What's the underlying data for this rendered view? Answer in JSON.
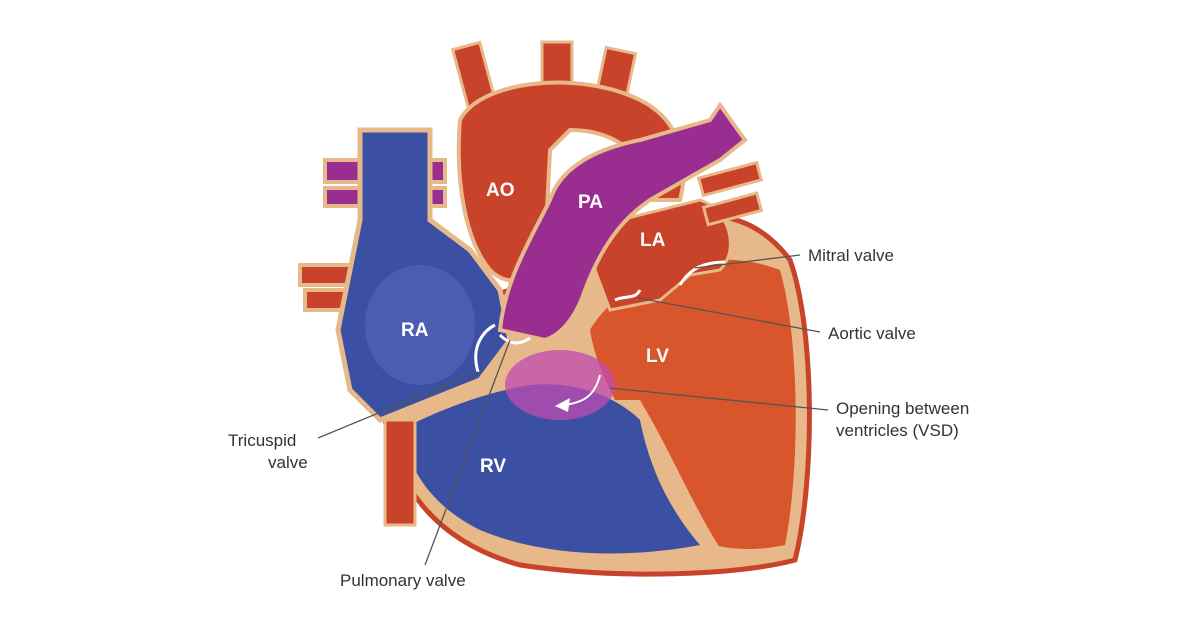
{
  "diagram": {
    "chambers": {
      "ao": "AO",
      "pa": "PA",
      "la": "LA",
      "ra": "RA",
      "lv": "LV",
      "rv": "RV"
    },
    "callouts": {
      "mitral": "Mitral valve",
      "aortic": "Aortic valve",
      "vsd_line1": "Opening between",
      "vsd_line2": "ventricles (VSD)",
      "tricuspid_line1": "Tricuspid",
      "tricuspid_line2": "valve",
      "pulmonary": "Pulmonary valve"
    },
    "colors": {
      "deoxygenated": "#3b4fa3",
      "oxygenated": "#c9432a",
      "mixed": "#9a2e90",
      "tissue": "#e6b88a",
      "left_ventricle": "#d9552b"
    }
  }
}
